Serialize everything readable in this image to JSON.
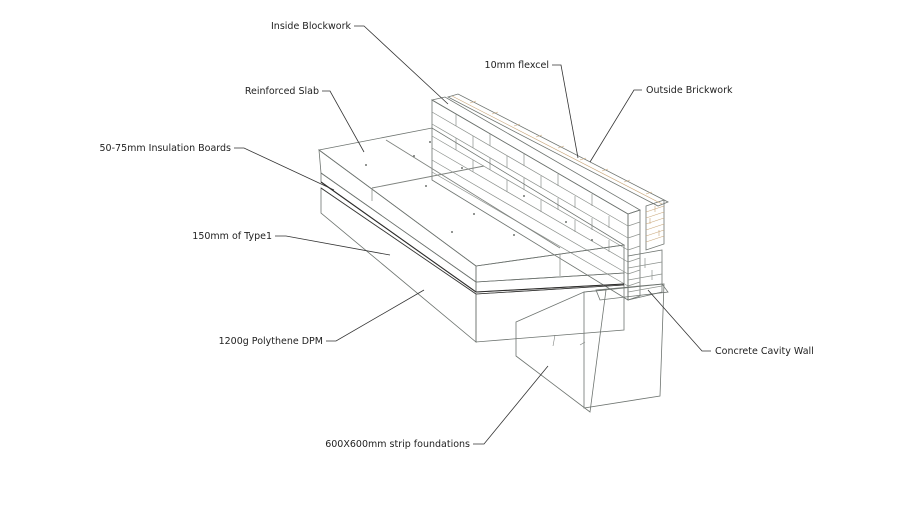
{
  "labels": {
    "inside_blockwork": "Inside Blockwork",
    "flexcel": "10mm flexcel",
    "outside_brickwork": "Outside Brickwork",
    "reinforced_slab": "Reinforced Slab",
    "insulation_boards": "50-75mm Insulation Boards",
    "type1": "150mm of Type1",
    "polythene_dpm": "1200g Polythene DPM",
    "cavity_wall": "Concrete Cavity Wall",
    "strip_foundations": "600X600mm strip foundations"
  },
  "colors": {
    "slab_top": "#aeb2ae",
    "slab_side": "#9a9e9a",
    "insulation": "#e8d2a0",
    "type1": "#5c5a58",
    "foundation": "#a9adaa",
    "blockwork": "#b6bab6",
    "brick": "#b5502e",
    "label_text": "#222222"
  }
}
